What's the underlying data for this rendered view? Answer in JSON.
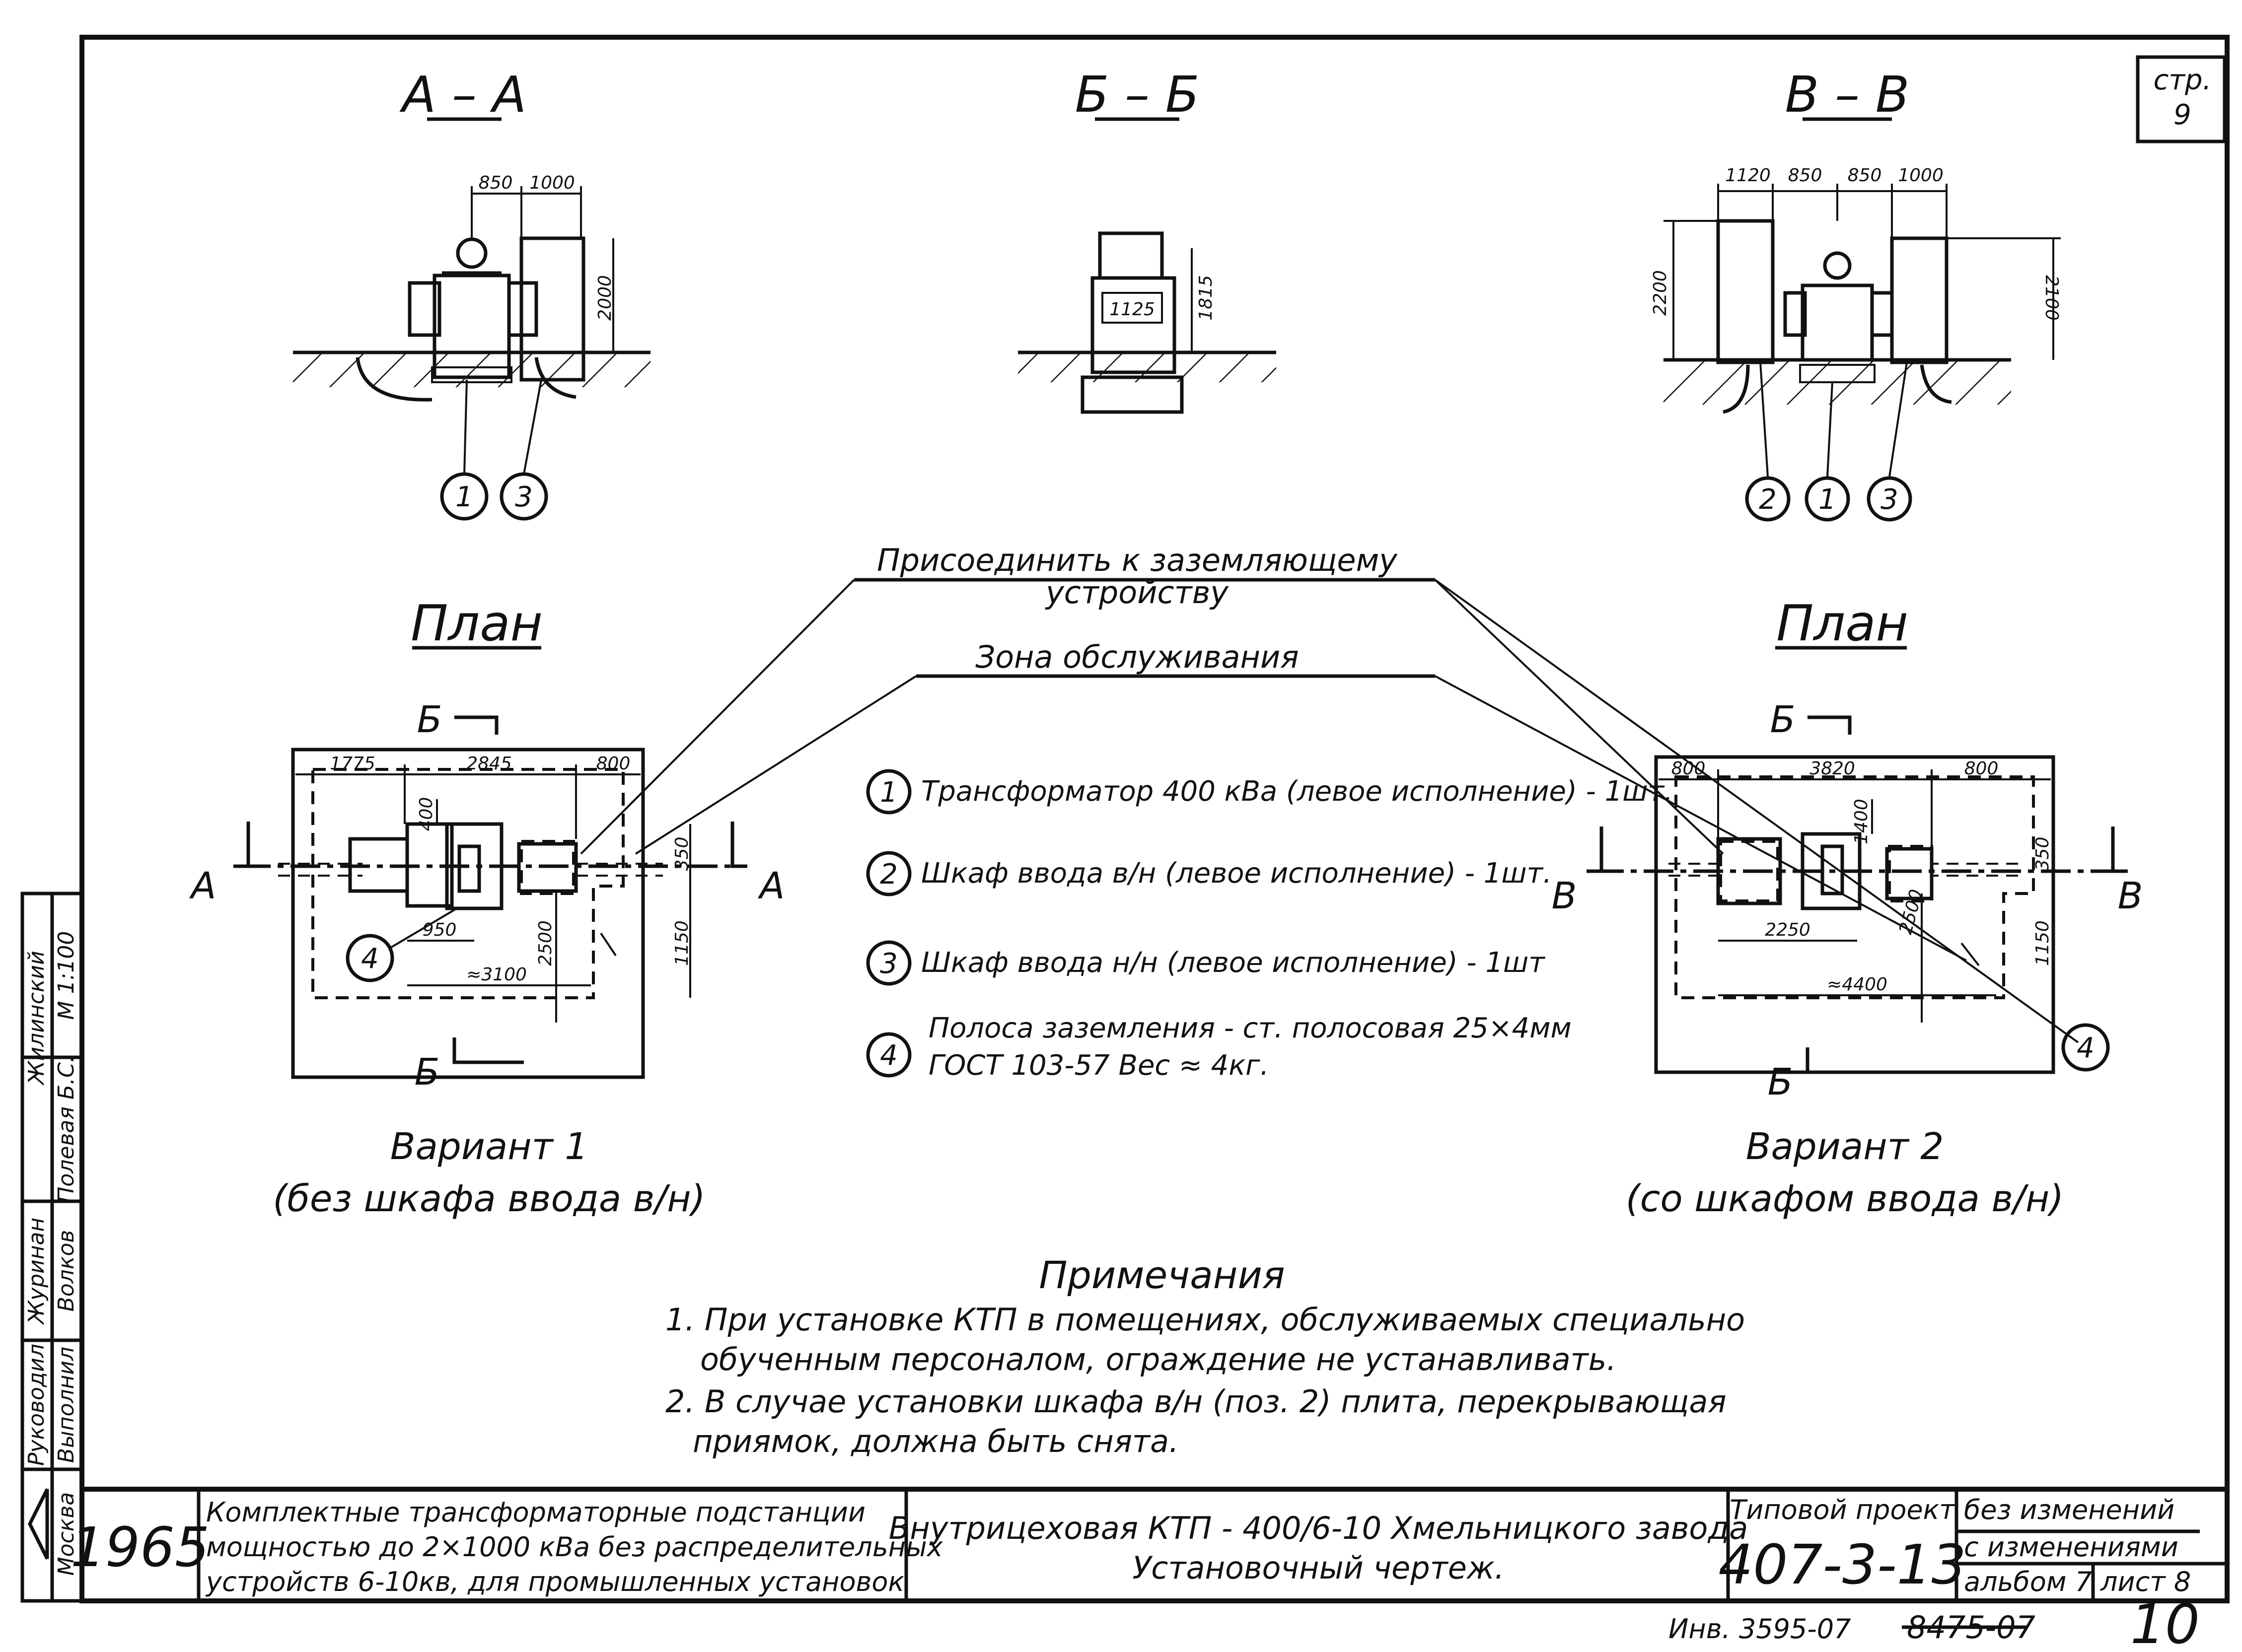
{
  "sections": {
    "aa": "А – А",
    "bb": "Б – Б",
    "vv": "В – В",
    "plan_left": "План",
    "plan_right": "План"
  },
  "sheet_corner": {
    "label": "стр.",
    "number": "9"
  },
  "section_marks": {
    "a": "А",
    "b": "Б",
    "v": "В"
  },
  "dimensions": {
    "aa": [
      "850",
      "1000",
      "2000"
    ],
    "bb": [
      "1125",
      "1815"
    ],
    "vv": [
      "1120",
      "850",
      "850",
      "1000",
      "2200",
      "2100"
    ],
    "plan1": [
      "1775",
      "2845",
      "800",
      "400",
      "350",
      "1150",
      "2500",
      "950",
      "≈3100"
    ],
    "plan2": [
      "800",
      "3820",
      "800",
      "1400",
      "350",
      "1150",
      "2500",
      "2250",
      "≈4400"
    ]
  },
  "callouts": [
    "1",
    "2",
    "3",
    "4"
  ],
  "annotations": {
    "ground": "Присоединить к заземляющему",
    "ground_2": "устройству",
    "zone": "Зона обслуживания"
  },
  "legend": [
    {
      "num": "1",
      "text": "Трансформатор 400 кВа (левое исполнение) - 1шт."
    },
    {
      "num": "2",
      "text": "Шкаф ввода в/н (левое исполнение) - 1шт."
    },
    {
      "num": "3",
      "text": "Шкаф ввода н/н (левое исполнение) - 1шт"
    },
    {
      "num": "4",
      "text": "Полоса заземления - ст. полосовая 25×4мм",
      "text2": "ГОСТ 103-57  Вес ≈ 4кг."
    }
  ],
  "variants": [
    {
      "title": "Вариант 1",
      "sub": "(без шкафа ввода в/н)"
    },
    {
      "title": "Вариант 2",
      "sub": "(со шкафом ввода в/н)"
    }
  ],
  "notes": {
    "heading": "Примечания",
    "lines": [
      "1. При установке КТП в помещениях, обслуживаемых специально",
      "обученным персоналом, ограждение не устанавливать.",
      "2. В случае установки шкафа в/н (поз. 2) плита, перекрывающая",
      "приямок, должна быть снята."
    ]
  },
  "side_stamp": {
    "rows": [
      "Руководил",
      "Выполнил"
    ],
    "names": [
      "Журинан",
      "Волков"
    ],
    "extra": [
      "Полевая Б.С.",
      "М 1:100",
      "Жилинский"
    ],
    "city": "Москва"
  },
  "title_block": {
    "year": "1965",
    "series": [
      "Комплектные трансформаторные подстанции",
      "мощностью до 2×1000 кВа без распределительных",
      "устройств 6-10кв, для промышленных установок"
    ],
    "title": [
      "Внутрицеховая КТП - 400/6-10 Хмельницкого завода",
      "Установочный чертеж."
    ],
    "project_label": "Типовой проект",
    "project_number": "407-3-13",
    "change_1": "без изменений",
    "change_2": "с изменениями",
    "album": "альбом 7",
    "sheet": "лист 8"
  },
  "footer": {
    "inv": "Инв. 3595-07",
    "struck": "8475-07",
    "page": "10"
  }
}
